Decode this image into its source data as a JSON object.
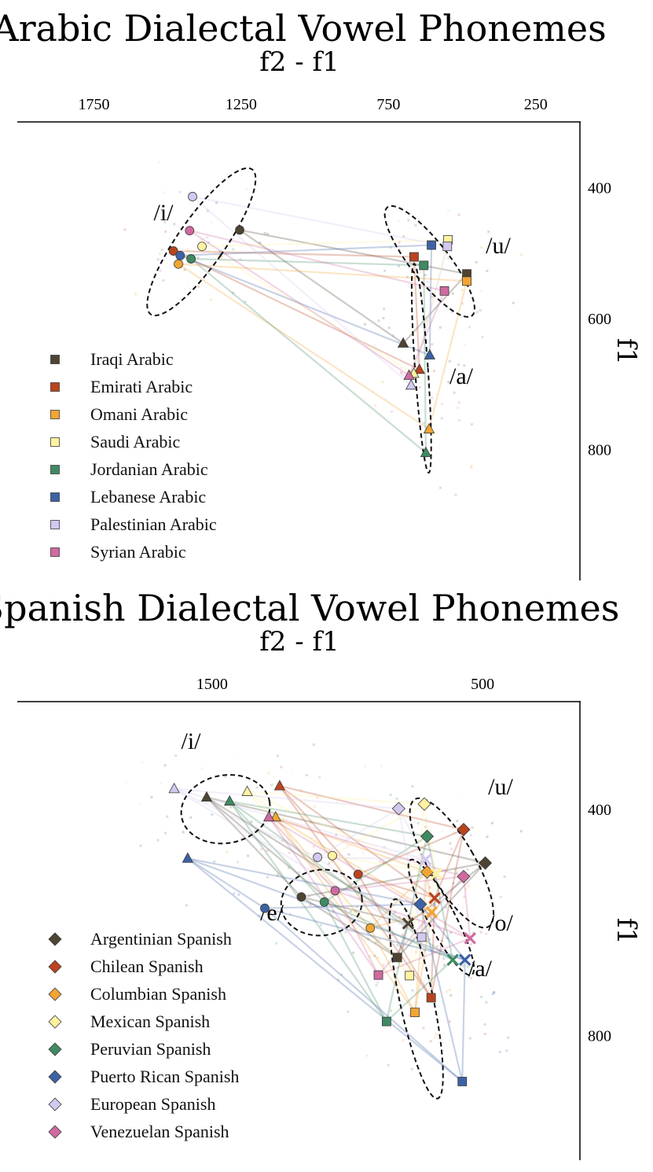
{
  "chart_data": [
    {
      "type": "scatter",
      "title": "Arabic Dialectal Vowel Phonemes",
      "xlabel": "f2 - f1",
      "ylabel": "f1",
      "x_reversed": true,
      "y_reversed": true,
      "xlim": [
        2010,
        100
      ],
      "ylim": [
        300,
        1000
      ],
      "xticks": [
        1750,
        1250,
        750,
        250
      ],
      "yticks": [
        400,
        600,
        800
      ],
      "marker_shapes": {
        "/i/": "circle",
        "/u/": "square",
        "/a/": "triangle"
      },
      "vowel_regions": [
        {
          "label": "/i/",
          "cx": 1385,
          "cy": 483,
          "rx": 80,
          "ry": 135,
          "angle": 35
        },
        {
          "label": "/u/",
          "cx": 610,
          "cy": 513,
          "rx": 65,
          "ry": 105,
          "angle": -38
        },
        {
          "label": "/a/",
          "cx": 638,
          "cy": 676,
          "rx": 22,
          "ry": 160,
          "angle": -4
        }
      ],
      "series": [
        {
          "name": "Iraqi Arabic",
          "color": "#4e4433",
          "points": [
            {
              "vowel": "/i/",
              "x": 1255,
              "y": 465
            },
            {
              "vowel": "/u/",
              "x": 484,
              "y": 532
            },
            {
              "vowel": "/a/",
              "x": 700,
              "y": 638
            }
          ]
        },
        {
          "name": "Emirati Arabic",
          "color": "#b9441f",
          "points": [
            {
              "vowel": "/i/",
              "x": 1480,
              "y": 497
            },
            {
              "vowel": "/u/",
              "x": 663,
              "y": 506
            },
            {
              "vowel": "/a/",
              "x": 645,
              "y": 678
            }
          ]
        },
        {
          "name": "Omani Arabic",
          "color": "#f2a533",
          "points": [
            {
              "vowel": "/i/",
              "x": 1463,
              "y": 517
            },
            {
              "vowel": "/u/",
              "x": 484,
              "y": 543
            },
            {
              "vowel": "/a/",
              "x": 612,
              "y": 769
            }
          ]
        },
        {
          "name": "Saudi Arabic",
          "color": "#fff2a0",
          "points": [
            {
              "vowel": "/i/",
              "x": 1383,
              "y": 490
            },
            {
              "vowel": "/u/",
              "x": 548,
              "y": 480
            },
            {
              "vowel": "/a/",
              "x": 664,
              "y": 684
            }
          ]
        },
        {
          "name": "Jordanian Arabic",
          "color": "#3f8a62",
          "points": [
            {
              "vowel": "/i/",
              "x": 1420,
              "y": 509
            },
            {
              "vowel": "/u/",
              "x": 630,
              "y": 519
            },
            {
              "vowel": "/a/",
              "x": 623,
              "y": 805
            }
          ]
        },
        {
          "name": "Lebanese Arabic",
          "color": "#3c62a6",
          "points": [
            {
              "vowel": "/i/",
              "x": 1457,
              "y": 504
            },
            {
              "vowel": "/u/",
              "x": 604,
              "y": 488
            },
            {
              "vowel": "/a/",
              "x": 610,
              "y": 656
            }
          ]
        },
        {
          "name": "Palestinian Arabic",
          "color": "#d3c8ef",
          "points": [
            {
              "vowel": "/i/",
              "x": 1415,
              "y": 414
            },
            {
              "vowel": "/u/",
              "x": 550,
              "y": 490
            },
            {
              "vowel": "/a/",
              "x": 673,
              "y": 702
            }
          ]
        },
        {
          "name": "Syrian Arabic",
          "color": "#cf6aa0",
          "points": [
            {
              "vowel": "/i/",
              "x": 1425,
              "y": 466
            },
            {
              "vowel": "/u/",
              "x": 560,
              "y": 558
            },
            {
              "vowel": "/a/",
              "x": 680,
              "y": 687
            }
          ]
        }
      ]
    },
    {
      "type": "scatter",
      "title": "Spanish Dialectal Vowel Phonemes",
      "xlabel": "f2 - f1",
      "ylabel": "f1",
      "x_reversed": true,
      "y_reversed": true,
      "xlim": [
        2220,
        140
      ],
      "ylim": [
        210,
        1020
      ],
      "xticks": [
        1500,
        500
      ],
      "yticks": [
        400,
        800
      ],
      "marker_shapes": {
        "/i/": "triangle",
        "/e/": "circle",
        "/a/": "square",
        "/o/": "x",
        "/u/": "diamond"
      },
      "vowel_regions": [
        {
          "label": "/i/",
          "cx": 1450,
          "cy": 400,
          "rx": 165,
          "ry": 60,
          "angle": -10
        },
        {
          "label": "/e/",
          "cx": 1095,
          "cy": 565,
          "rx": 150,
          "ry": 58,
          "angle": -7
        },
        {
          "label": "/u/",
          "cx": 614,
          "cy": 495,
          "rx": 85,
          "ry": 130,
          "angle": -30
        },
        {
          "label": "/o/",
          "cx": 653,
          "cy": 591,
          "rx": 50,
          "ry": 115,
          "angle": -28
        },
        {
          "label": "/a/",
          "cx": 745,
          "cy": 735,
          "rx": 62,
          "ry": 180,
          "angle": -12
        }
      ],
      "series": [
        {
          "name": "Argentinian Spanish",
          "color": "#4e4433",
          "points": [
            {
              "vowel": "/i/",
              "x": 1520,
              "y": 379
            },
            {
              "vowel": "/e/",
              "x": 1170,
              "y": 555
            },
            {
              "vowel": "/a/",
              "x": 815,
              "y": 662
            },
            {
              "vowel": "/o/",
              "x": 775,
              "y": 602
            },
            {
              "vowel": "/u/",
              "x": 490,
              "y": 495
            }
          ]
        },
        {
          "name": "Chilean Spanish",
          "color": "#b9441f",
          "points": [
            {
              "vowel": "/i/",
              "x": 1250,
              "y": 359
            },
            {
              "vowel": "/e/",
              "x": 960,
              "y": 515
            },
            {
              "vowel": "/a/",
              "x": 690,
              "y": 733
            },
            {
              "vowel": "/o/",
              "x": 677,
              "y": 557
            },
            {
              "vowel": "/u/",
              "x": 570,
              "y": 436
            }
          ]
        },
        {
          "name": "Columbian Spanish",
          "color": "#f2a533",
          "points": [
            {
              "vowel": "/i/",
              "x": 1265,
              "y": 414
            },
            {
              "vowel": "/e/",
              "x": 915,
              "y": 610
            },
            {
              "vowel": "/a/",
              "x": 750,
              "y": 759
            },
            {
              "vowel": "/o/",
              "x": 688,
              "y": 582
            },
            {
              "vowel": "/u/",
              "x": 705,
              "y": 511
            }
          ]
        },
        {
          "name": "Mexican Spanish",
          "color": "#fff2a0",
          "points": [
            {
              "vowel": "/i/",
              "x": 1370,
              "y": 369
            },
            {
              "vowel": "/e/",
              "x": 1055,
              "y": 482
            },
            {
              "vowel": "/a/",
              "x": 770,
              "y": 694
            },
            {
              "vowel": "/o/",
              "x": 670,
              "y": 514
            },
            {
              "vowel": "/u/",
              "x": 715,
              "y": 391
            }
          ]
        },
        {
          "name": "Peruvian Spanish",
          "color": "#3f8a62",
          "points": [
            {
              "vowel": "/i/",
              "x": 1435,
              "y": 386
            },
            {
              "vowel": "/e/",
              "x": 1085,
              "y": 564
            },
            {
              "vowel": "/a/",
              "x": 855,
              "y": 775
            },
            {
              "vowel": "/o/",
              "x": 610,
              "y": 666
            },
            {
              "vowel": "/u/",
              "x": 705,
              "y": 448
            }
          ]
        },
        {
          "name": "Puerto Rican Spanish",
          "color": "#3c62a6",
          "points": [
            {
              "vowel": "/i/",
              "x": 1590,
              "y": 487
            },
            {
              "vowel": "/e/",
              "x": 1305,
              "y": 575
            },
            {
              "vowel": "/a/",
              "x": 575,
              "y": 881
            },
            {
              "vowel": "/o/",
              "x": 565,
              "y": 666
            },
            {
              "vowel": "/u/",
              "x": 730,
              "y": 568
            }
          ]
        },
        {
          "name": "European Spanish",
          "color": "#d3c8ef",
          "points": [
            {
              "vowel": "/i/",
              "x": 1640,
              "y": 364
            },
            {
              "vowel": "/e/",
              "x": 1110,
              "y": 485
            },
            {
              "vowel": "/a/",
              "x": 725,
              "y": 626
            },
            {
              "vowel": "/o/",
              "x": 710,
              "y": 489
            },
            {
              "vowel": "/u/",
              "x": 810,
              "y": 399
            }
          ]
        },
        {
          "name": "Venezuelan Spanish",
          "color": "#cf6aa0",
          "points": [
            {
              "vowel": "/i/",
              "x": 1290,
              "y": 414
            },
            {
              "vowel": "/e/",
              "x": 1045,
              "y": 544
            },
            {
              "vowel": "/a/",
              "x": 885,
              "y": 693
            },
            {
              "vowel": "/o/",
              "x": 546,
              "y": 628
            },
            {
              "vowel": "/u/",
              "x": 570,
              "y": 519
            }
          ]
        }
      ]
    }
  ]
}
